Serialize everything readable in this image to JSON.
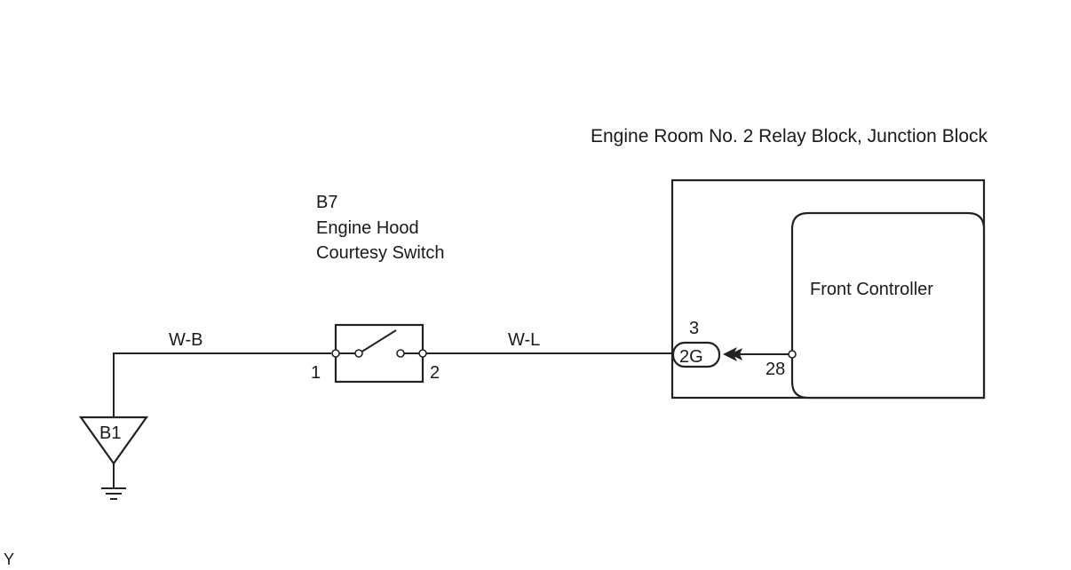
{
  "relay_block": {
    "title": "Engine Room No. 2 Relay Block, Junction Block",
    "controller_label": "Front Controller",
    "controller_pin": "28",
    "connector_code": "2G",
    "connector_pin": "3"
  },
  "switch": {
    "code": "B7",
    "name_line1": "Engine Hood",
    "name_line2": "Courtesy Switch",
    "pin_left": "1",
    "pin_right": "2"
  },
  "wires": {
    "ground_side": "W-B",
    "controller_side": "W-L"
  },
  "ground": {
    "code": "B1"
  },
  "footer_code": "Y",
  "colors": {
    "line": "#222222",
    "text": "#1a1a1a",
    "background": "#ffffff"
  }
}
